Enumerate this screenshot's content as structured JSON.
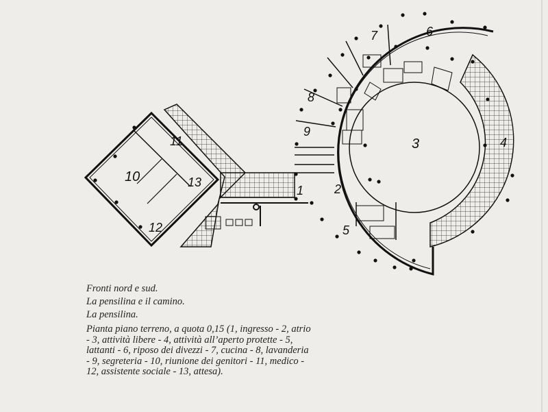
{
  "rooms": [
    {
      "id": "1"
    },
    {
      "id": "2"
    },
    {
      "id": "3"
    },
    {
      "id": "4"
    },
    {
      "id": "5"
    },
    {
      "id": "6"
    },
    {
      "id": "7"
    },
    {
      "id": "8"
    },
    {
      "id": "9"
    },
    {
      "id": "10"
    },
    {
      "id": "11"
    },
    {
      "id": "12"
    },
    {
      "id": "13"
    }
  ],
  "caption": {
    "line1": "Fronti nord e sud.",
    "line2": "La pensilina e il camino.",
    "line3": "La pensilina.",
    "description": "Pianta piano terreno, a quota 0,15 (1, ingresso - 2, atrio - 3, attività libere - 4, attività all’aperto protette - 5, lattanti - 6, riposo dei divezzi - 7, cucina - 8, lavanderia - 9, segreteria - 10, riunione dei genitori - 11, medico - 12, assistente sociale - 13, attesa)."
  },
  "colors": {
    "paper": "#efedea",
    "ink": "#1a1a1a"
  }
}
